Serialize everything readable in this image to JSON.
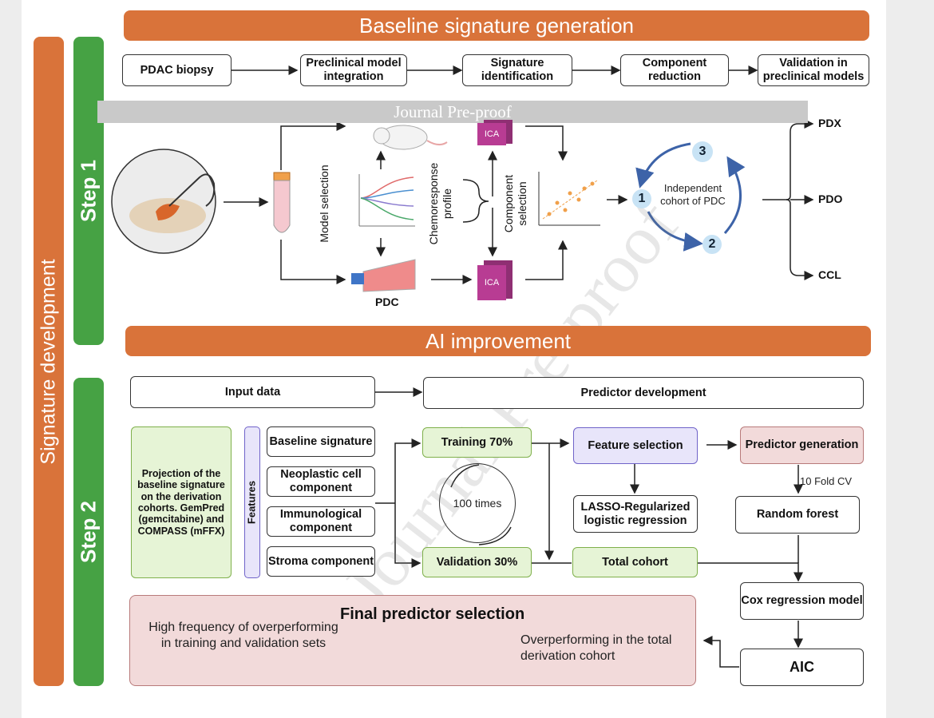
{
  "banners": {
    "baseline": "Baseline signature generation",
    "ai": "AI improvement",
    "side": "Signature development",
    "step1": "Step 1",
    "step2": "Step 2"
  },
  "pipeline": [
    "PDAC biopsy",
    "Preclinical model integration",
    "Signature identification",
    "Component reduction",
    "Validation in preclinical models"
  ],
  "watermark": "Journal Pre-proof",
  "step1": {
    "model_selection": "Model selection",
    "chemoresponse": "Chemoresponse profile",
    "component_selection": "Component selection",
    "ica": "ICA",
    "pdc": "PDC",
    "cycle_text": "Independent cohort of PDC",
    "cycle_nums": [
      "1",
      "2",
      "3"
    ],
    "outputs": [
      "PDX",
      "PDO",
      "CCL"
    ]
  },
  "step2": {
    "input_data": "Input data",
    "predictor_development": "Predictor development",
    "projection": "Projection of the baseline signature on the derivation cohorts. GemPred (gemcitabine) and COMPASS (mFFX)",
    "features_label": "Features",
    "features": [
      "Baseline signature",
      "Neoplastic cell component",
      "Immunological component",
      "Stroma component"
    ],
    "training": "Training 70%",
    "times": "100 times",
    "validation": "Validation 30%",
    "feature_selection": "Feature selection",
    "lasso": "LASSO-Regularized logistic regression",
    "total_cohort": "Total cohort",
    "predictor_generation": "Predictor generation",
    "ten_fold": "10 Fold CV",
    "random_forest": "Random forest",
    "cox": "Cox regression model",
    "aic": "AIC",
    "final_title": "Final predictor selection",
    "final_left": "High frequency of overperforming in training and validation sets",
    "final_right": "Overperforming in the total derivation cohort"
  }
}
